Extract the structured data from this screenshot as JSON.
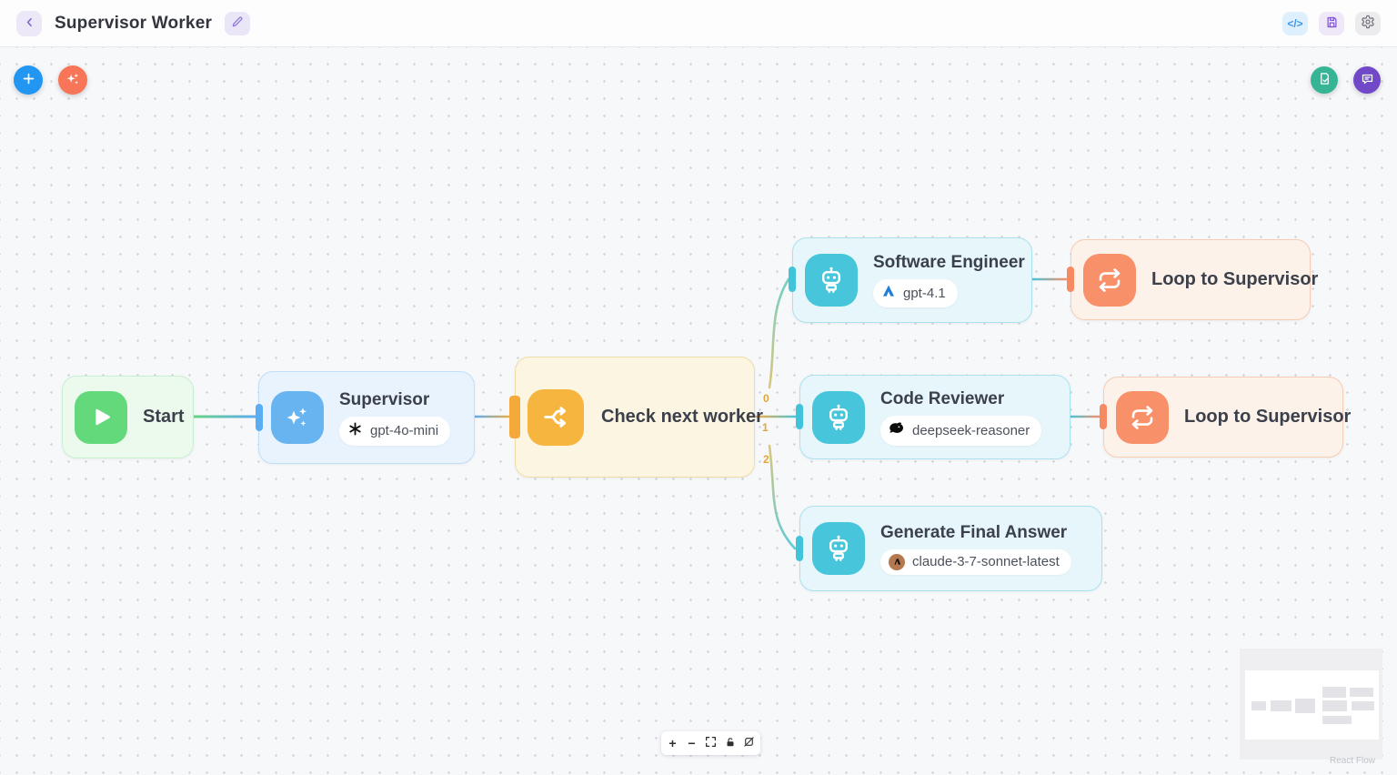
{
  "header": {
    "title": "Supervisor Worker",
    "icons": {
      "back": "chevron-left",
      "edit": "pencil",
      "code": "code-brackets",
      "code_glyph": "</>",
      "save": "floppy-disk",
      "settings": "gear"
    }
  },
  "canvas_toolbar": {
    "left": [
      {
        "name": "add-node",
        "icon": "plus",
        "color": "#2196f3"
      },
      {
        "name": "ai-assist",
        "icon": "sparkles",
        "color": "#f87558"
      }
    ],
    "right": [
      {
        "name": "run-check",
        "icon": "document-check",
        "color": "#35b594"
      },
      {
        "name": "chat",
        "icon": "chat-bubble",
        "color": "#7048c8"
      }
    ]
  },
  "nodes": [
    {
      "type": "start",
      "label": "Start"
    },
    {
      "type": "agent",
      "label": "Supervisor",
      "model": "gpt-4o-mini",
      "provider": "openai"
    },
    {
      "type": "branch",
      "label": "Check next worker"
    },
    {
      "type": "agent",
      "label": "Software Engineer",
      "model": "gpt-4.1",
      "provider": "azure"
    },
    {
      "type": "loop",
      "label": "Loop to Supervisor"
    },
    {
      "type": "agent",
      "label": "Code Reviewer",
      "model": "deepseek-reasoner",
      "provider": "deepseek"
    },
    {
      "type": "loop",
      "label": "Loop to Supervisor"
    },
    {
      "type": "agent",
      "label": "Generate Final Answer",
      "model": "claude-3-7-sonnet-latest",
      "provider": "anthropic"
    }
  ],
  "edges": {
    "branch_labels": [
      "0",
      "1",
      "2"
    ]
  },
  "controls": {
    "items": [
      "zoom-in",
      "zoom-out",
      "fit-view",
      "lock",
      "wand-off"
    ],
    "zoom_in_glyph": "+",
    "zoom_out_glyph": "−"
  },
  "minimap": {
    "attribution": "React Flow"
  },
  "colors": {
    "start_accent": "#63d97b",
    "supervisor_accent": "#68b4f1",
    "branch_accent": "#f6b53f",
    "agent_accent": "#47c6db",
    "loop_accent": "#f8906a",
    "edge_label": "#e6a33a"
  }
}
